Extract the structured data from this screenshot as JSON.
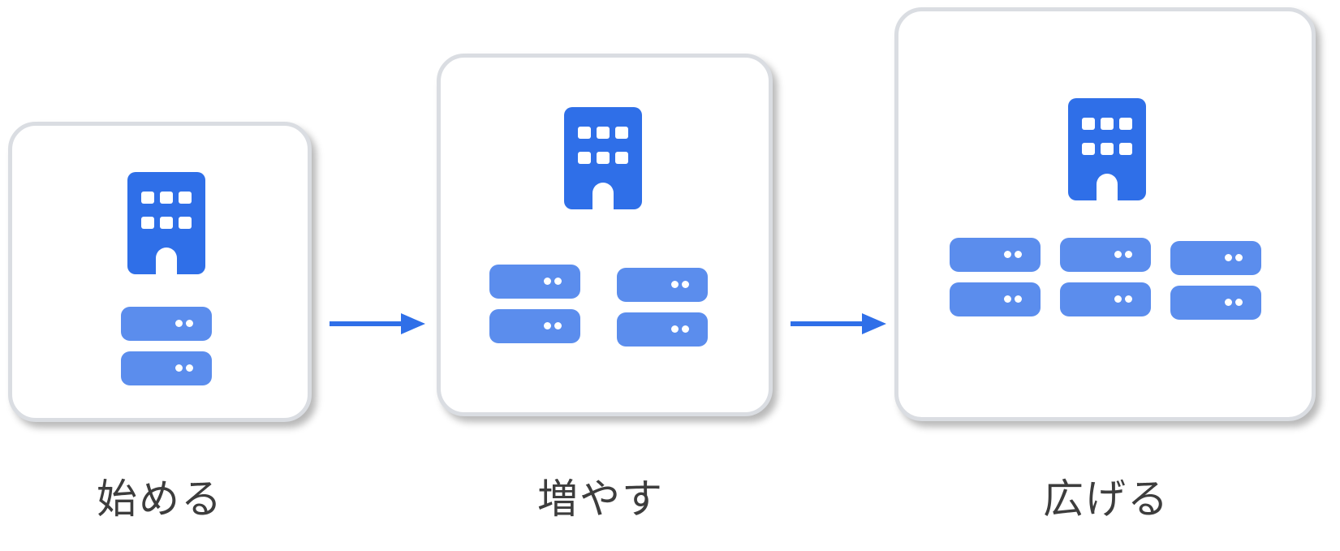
{
  "stages": [
    {
      "label": "始める",
      "server_count": 2
    },
    {
      "label": "増やす",
      "server_count": 4
    },
    {
      "label": "広げる",
      "server_count": 6
    }
  ],
  "icons": {
    "building": "office-building-icon",
    "server": "server-icon",
    "arrow": "right-arrow-icon"
  },
  "colors": {
    "building": "#2f6fe8",
    "server": "#5b8ded",
    "arrow": "#2f6fe8",
    "card_border": "#dadde2",
    "label_text": "#3d3d3d"
  }
}
